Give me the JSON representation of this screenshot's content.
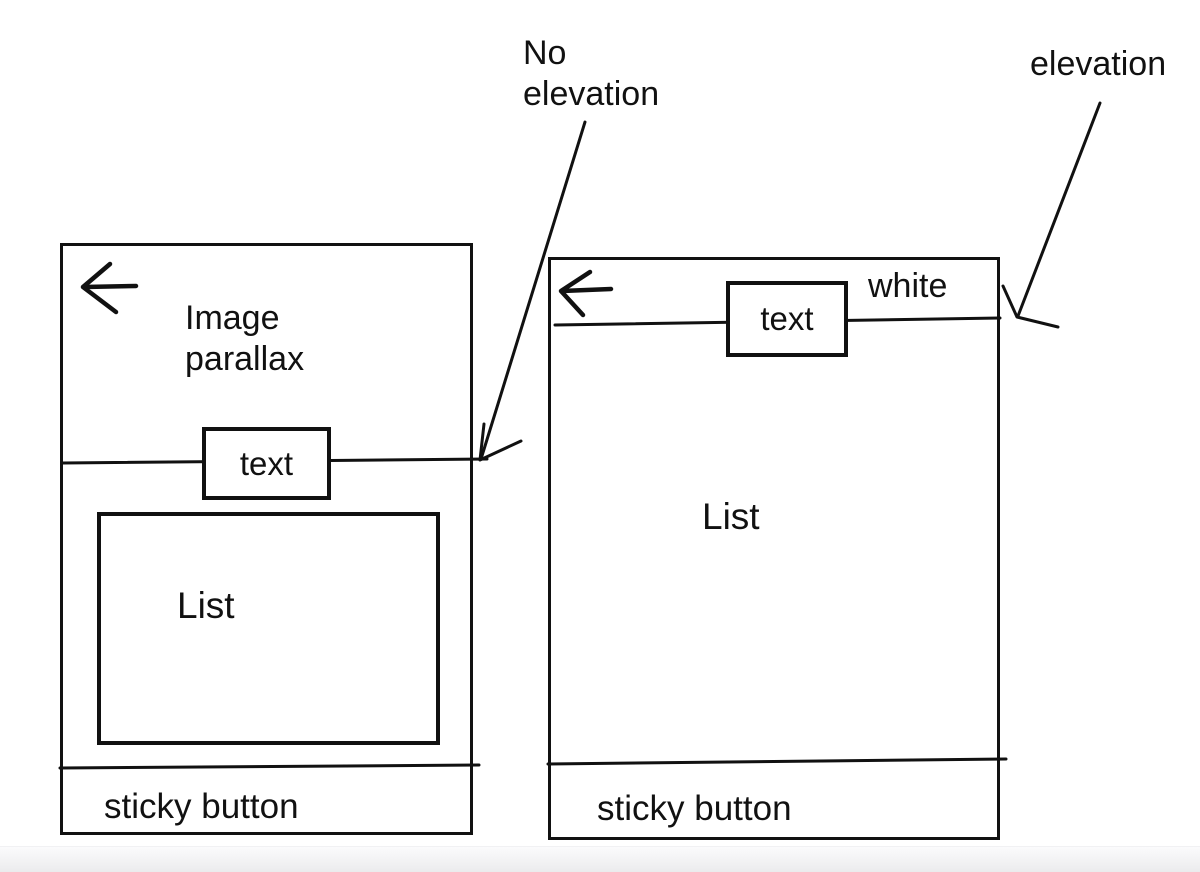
{
  "colors": {
    "ink": "#111111",
    "background": "#ffffff",
    "footer_strip": "#ebebed"
  },
  "annotations": {
    "no_elevation": {
      "label": "No elevation"
    },
    "elevation": {
      "label": "elevation"
    }
  },
  "screens": {
    "left": {
      "header": "Image parallax",
      "text_chip": "text",
      "list": "List",
      "sticky_button": "sticky button"
    },
    "right": {
      "text_chip": "text",
      "white_label": "white",
      "list": "List",
      "sticky_button": "sticky button"
    }
  }
}
